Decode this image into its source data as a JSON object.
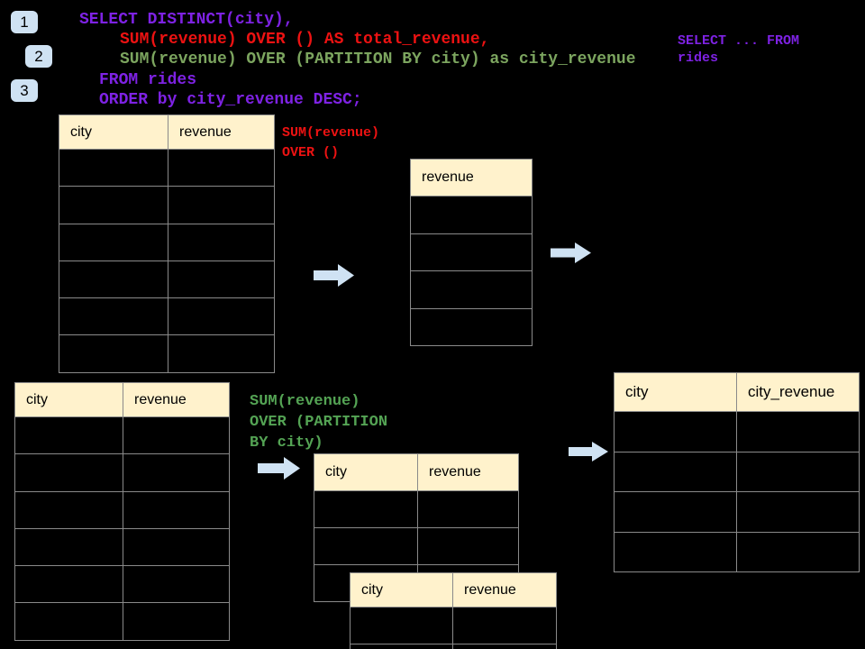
{
  "colors": {
    "background": "#000000",
    "code_purple": "#7e22e4",
    "code_red": "#ed1212",
    "code_green": "#7ca55f",
    "label_green": "#54a354",
    "table_header_fill": "#fff2cc",
    "table_border": "#8a8a8a",
    "arrow_fill": "#cfe2f3",
    "badge_fill": "#cfe2f3"
  },
  "step_badges": [
    {
      "label": "1"
    },
    {
      "label": "2"
    },
    {
      "label": "3"
    }
  ],
  "code": {
    "lines": [
      {
        "text": "SELECT DISTINCT(city),",
        "color": "purple"
      },
      {
        "text": "SUM(revenue) OVER () AS total_revenue,",
        "color": "red"
      },
      {
        "text": "SUM(revenue) OVER (PARTITION BY city) as city_revenue",
        "color": "green"
      },
      {
        "text": "FROM rides",
        "color": "purple"
      },
      {
        "text": "ORDER by city_revenue DESC;",
        "color": "purple"
      }
    ]
  },
  "side_note": "SELECT ... FROM\nrides",
  "labels": {
    "total": "SUM(revenue)\nOVER ()",
    "partition": "SUM(revenue)\nOVER (PARTITION\nBY city)"
  },
  "tables": {
    "source_top": {
      "headers": [
        "city",
        "revenue"
      ],
      "empty_rows": 6
    },
    "total_result": {
      "headers": [
        "revenue"
      ],
      "empty_rows": 4
    },
    "source_bottom": {
      "headers": [
        "city",
        "revenue"
      ],
      "empty_rows": 6
    },
    "partition_back": {
      "headers": [
        "city",
        "revenue"
      ],
      "empty_rows": 3
    },
    "partition_front": {
      "headers": [
        "city",
        "revenue"
      ],
      "empty_rows": 2
    },
    "city_revenue_result": {
      "headers": [
        "city",
        "city_revenue"
      ],
      "empty_rows": 4
    }
  }
}
